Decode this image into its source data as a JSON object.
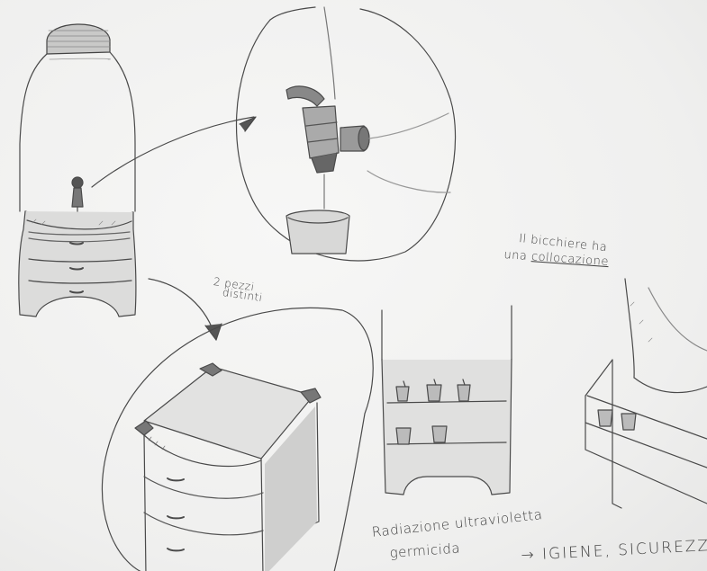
{
  "notes": {
    "glass_line1": "Il bicchiere ha",
    "glass_line2_prefix": "una ",
    "glass_line2_underlined": "collocazione",
    "pieces_line1": "2 pezzi",
    "pieces_line2": "distinti",
    "uv_line1": "Radiazione ultravioletta",
    "uv_line2": "germicida",
    "uv_line3": "→ IGIENE, SICUREZZA"
  },
  "style": {
    "paper_color": "#f2f2f1",
    "pencil_color": "#444444"
  }
}
